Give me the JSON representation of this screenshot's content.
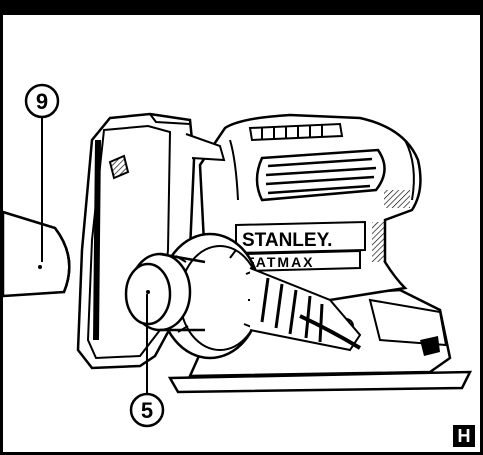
{
  "callouts": [
    {
      "id": "9"
    },
    {
      "id": "5"
    }
  ],
  "brand": {
    "line1": "STANLEY.",
    "line2": "FATMAX"
  },
  "figure_tag": "H",
  "colors": {
    "line": "#000000",
    "background": "#ffffff"
  }
}
